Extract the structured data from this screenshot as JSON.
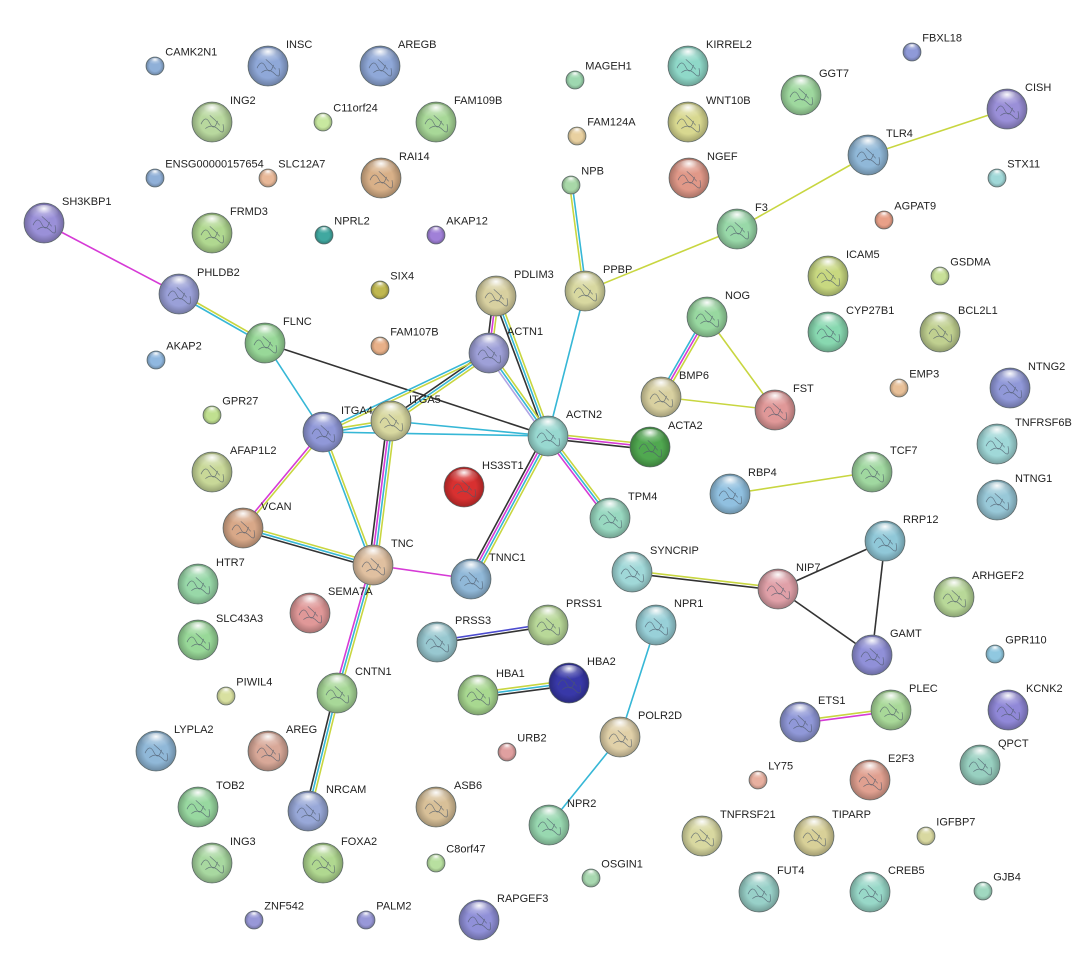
{
  "colors": {
    "text-mining": "#c8d640",
    "experiments": "#d63ad6",
    "databases": "#36b7d6",
    "coexpression": "#333333",
    "homology": "#4b4bcf",
    "cooccurrence": "#b0a4e4"
  },
  "nodes": [
    {
      "id": "CAMK2N1",
      "color": "#8fb0d8",
      "size": "small"
    },
    {
      "id": "INSC",
      "color": "#8fa8d8",
      "size": "large"
    },
    {
      "id": "AREGB",
      "color": "#8fa8d8",
      "size": "large"
    },
    {
      "id": "MAGEH1",
      "color": "#9ed8b0",
      "size": "small"
    },
    {
      "id": "KIRREL2",
      "color": "#8fd8c8",
      "size": "large"
    },
    {
      "id": "FBXL18",
      "color": "#8f9ad8",
      "size": "small"
    },
    {
      "id": "GGT7",
      "color": "#9ed89e",
      "size": "large"
    },
    {
      "id": "CISH",
      "color": "#9a8fd8",
      "size": "large"
    },
    {
      "id": "ING2",
      "color": "#b8d89e",
      "size": "large"
    },
    {
      "id": "C11orf24",
      "color": "#c8e8a0",
      "size": "small"
    },
    {
      "id": "FAM109B",
      "color": "#a8d898",
      "size": "large"
    },
    {
      "id": "FAM124A",
      "color": "#e8d0a0",
      "size": "small"
    },
    {
      "id": "WNT10B",
      "color": "#d8d890",
      "size": "large"
    },
    {
      "id": "TLR4",
      "color": "#90b8d8",
      "size": "large"
    },
    {
      "id": "STX11",
      "color": "#a0d8d8",
      "size": "small"
    },
    {
      "id": "ENSG00000157654",
      "color": "#90b0d8",
      "size": "small"
    },
    {
      "id": "SLC12A7",
      "color": "#e8b898",
      "size": "small"
    },
    {
      "id": "RAI14",
      "color": "#d8b088",
      "size": "large"
    },
    {
      "id": "NPB",
      "color": "#a8d8a8",
      "size": "small"
    },
    {
      "id": "NGEF",
      "color": "#e09888",
      "size": "large"
    },
    {
      "id": "SH3KBP1",
      "color": "#9a90d8",
      "size": "large"
    },
    {
      "id": "FRMD3",
      "color": "#b0d890",
      "size": "large"
    },
    {
      "id": "NPRL2",
      "color": "#40a8a0",
      "size": "small"
    },
    {
      "id": "AKAP12",
      "color": "#a080d8",
      "size": "small"
    },
    {
      "id": "F3",
      "color": "#98d8a8",
      "size": "large"
    },
    {
      "id": "AGPAT9",
      "color": "#e8a088",
      "size": "small"
    },
    {
      "id": "ICAM5",
      "color": "#c8d880",
      "size": "large"
    },
    {
      "id": "GSDMA",
      "color": "#c8e098",
      "size": "small"
    },
    {
      "id": "PHLDB2",
      "color": "#9aa0d8",
      "size": "large"
    },
    {
      "id": "SIX4",
      "color": "#c0b850",
      "size": "small"
    },
    {
      "id": "PDLIM3",
      "color": "#d8d0a0",
      "size": "large"
    },
    {
      "id": "PPBP",
      "color": "#d8d8a0",
      "size": "large"
    },
    {
      "id": "NOG",
      "color": "#98d8a0",
      "size": "large"
    },
    {
      "id": "CYP27B1",
      "color": "#88d8b0",
      "size": "large"
    },
    {
      "id": "BCL2L1",
      "color": "#c0d090",
      "size": "large"
    },
    {
      "id": "FLNC",
      "color": "#98d898",
      "size": "large"
    },
    {
      "id": "FAM107B",
      "color": "#e8b088",
      "size": "small"
    },
    {
      "id": "ACTN1",
      "color": "#9ea0d8",
      "size": "large"
    },
    {
      "id": "AKAP2",
      "color": "#90b8e0",
      "size": "small"
    },
    {
      "id": "BMP6",
      "color": "#d8d0a0",
      "size": "large"
    },
    {
      "id": "FST",
      "color": "#e09898",
      "size": "large"
    },
    {
      "id": "EMP3",
      "color": "#e8c098",
      "size": "small"
    },
    {
      "id": "NTNG2",
      "color": "#9098d8",
      "size": "large"
    },
    {
      "id": "GPR27",
      "color": "#c0e090",
      "size": "small"
    },
    {
      "id": "ITGA4",
      "color": "#9098d8",
      "size": "large"
    },
    {
      "id": "ITGA5",
      "color": "#d8d8a0",
      "size": "large"
    },
    {
      "id": "ACTN2",
      "color": "#98d8d0",
      "size": "large"
    },
    {
      "id": "ACTA2",
      "color": "#50a850",
      "size": "large"
    },
    {
      "id": "TNFRSF6B",
      "color": "#a0d8d8",
      "size": "large"
    },
    {
      "id": "AFAP1L2",
      "color": "#c8d898",
      "size": "large"
    },
    {
      "id": "HS3ST1",
      "color": "#d83030",
      "size": "large"
    },
    {
      "id": "TCF7",
      "color": "#a0d8a0",
      "size": "large"
    },
    {
      "id": "RBP4",
      "color": "#90c0e0",
      "size": "large"
    },
    {
      "id": "TPM4",
      "color": "#98d8c0",
      "size": "large"
    },
    {
      "id": "NTNG1",
      "color": "#98c8d8",
      "size": "large"
    },
    {
      "id": "VCAN",
      "color": "#d8a888",
      "size": "large"
    },
    {
      "id": "RRP12",
      "color": "#90c8d8",
      "size": "large"
    },
    {
      "id": "TNC",
      "color": "#e0c0a0",
      "size": "large"
    },
    {
      "id": "TNNC1",
      "color": "#90b8d8",
      "size": "large"
    },
    {
      "id": "SYNCRIP",
      "color": "#a0d8d8",
      "size": "large"
    },
    {
      "id": "NIP7",
      "color": "#e0a0a8",
      "size": "large"
    },
    {
      "id": "ARHGEF2",
      "color": "#b8d898",
      "size": "large"
    },
    {
      "id": "HTR7",
      "color": "#98d8a8",
      "size": "large"
    },
    {
      "id": "SEMA7A",
      "color": "#e09898",
      "size": "large"
    },
    {
      "id": "PRSS1",
      "color": "#b8d898",
      "size": "large"
    },
    {
      "id": "SLC43A3",
      "color": "#98d898",
      "size": "large"
    },
    {
      "id": "PRSS3",
      "color": "#98c8d0",
      "size": "large"
    },
    {
      "id": "NPR1",
      "color": "#98d0d8",
      "size": "large"
    },
    {
      "id": "GAMT",
      "color": "#9090d8",
      "size": "large"
    },
    {
      "id": "GPR110",
      "color": "#90c8e0",
      "size": "small"
    },
    {
      "id": "HBA2",
      "color": "#3838a8",
      "size": "large"
    },
    {
      "id": "PIWIL4",
      "color": "#d8e0a0",
      "size": "small"
    },
    {
      "id": "CNTN1",
      "color": "#a8d898",
      "size": "large"
    },
    {
      "id": "HBA1",
      "color": "#a8d890",
      "size": "large"
    },
    {
      "id": "PLEC",
      "color": "#a8d898",
      "size": "large"
    },
    {
      "id": "KCNK2",
      "color": "#9088d8",
      "size": "large"
    },
    {
      "id": "LYPLA2",
      "color": "#90b8d8",
      "size": "large"
    },
    {
      "id": "AREG",
      "color": "#d8a898",
      "size": "large"
    },
    {
      "id": "POLR2D",
      "color": "#e0d0a8",
      "size": "large"
    },
    {
      "id": "ETS1",
      "color": "#9098d8",
      "size": "large"
    },
    {
      "id": "QPCT",
      "color": "#98d0c0",
      "size": "large"
    },
    {
      "id": "URB2",
      "color": "#e0a0a0",
      "size": "small"
    },
    {
      "id": "E2F3",
      "color": "#e0a090",
      "size": "large"
    },
    {
      "id": "LY75",
      "color": "#e8b0a0",
      "size": "small"
    },
    {
      "id": "TOB2",
      "color": "#98d8a0",
      "size": "large"
    },
    {
      "id": "NRCAM",
      "color": "#98a8d8",
      "size": "large"
    },
    {
      "id": "ASB6",
      "color": "#d8c098",
      "size": "large"
    },
    {
      "id": "NPR2",
      "color": "#98d8b0",
      "size": "large"
    },
    {
      "id": "TNFRSF21",
      "color": "#d8d8a0",
      "size": "large"
    },
    {
      "id": "TIPARP",
      "color": "#d8d098",
      "size": "large"
    },
    {
      "id": "IGFBP7",
      "color": "#d8d8a0",
      "size": "small"
    },
    {
      "id": "ING3",
      "color": "#a8d8a0",
      "size": "large"
    },
    {
      "id": "FOXA2",
      "color": "#b0d890",
      "size": "large"
    },
    {
      "id": "C8orf47",
      "color": "#b8e0a0",
      "size": "small"
    },
    {
      "id": "OSGIN1",
      "color": "#a8d8b0",
      "size": "small"
    },
    {
      "id": "FUT4",
      "color": "#98d0c8",
      "size": "large"
    },
    {
      "id": "CREB5",
      "color": "#98d8c8",
      "size": "large"
    },
    {
      "id": "GJB4",
      "color": "#a0d8c0",
      "size": "small"
    },
    {
      "id": "ZNF542",
      "color": "#9898d8",
      "size": "small"
    },
    {
      "id": "PALM2",
      "color": "#9898d8",
      "size": "small"
    },
    {
      "id": "RAPGEF3",
      "color": "#9090d8",
      "size": "large"
    }
  ],
  "edges": [
    {
      "source": "SH3KBP1",
      "target": "PHLDB2",
      "evidence": [
        "experiments"
      ]
    },
    {
      "source": "PHLDB2",
      "target": "FLNC",
      "evidence": [
        "text-mining",
        "databases"
      ]
    },
    {
      "source": "FLNC",
      "target": "ITGA4",
      "evidence": [
        "databases"
      ]
    },
    {
      "source": "FLNC",
      "target": "ACTN2",
      "evidence": [
        "coexpression"
      ]
    },
    {
      "source": "PPBP",
      "target": "NPB",
      "evidence": [
        "text-mining",
        "databases"
      ]
    },
    {
      "source": "PPBP",
      "target": "F3",
      "evidence": [
        "text-mining"
      ]
    },
    {
      "source": "F3",
      "target": "TLR4",
      "evidence": [
        "text-mining"
      ]
    },
    {
      "source": "TLR4",
      "target": "CISH",
      "evidence": [
        "text-mining"
      ]
    },
    {
      "source": "PPBP",
      "target": "ACTN2",
      "evidence": [
        "databases"
      ]
    },
    {
      "source": "PDLIM3",
      "target": "ACTN1",
      "evidence": [
        "text-mining",
        "experiments",
        "coexpression"
      ]
    },
    {
      "source": "PDLIM3",
      "target": "ACTN2",
      "evidence": [
        "text-mining",
        "databases",
        "coexpression"
      ]
    },
    {
      "source": "ACTN1",
      "target": "ITGA5",
      "evidence": [
        "text-mining",
        "databases",
        "coexpression"
      ]
    },
    {
      "source": "ACTN1",
      "target": "ITGA4",
      "evidence": [
        "text-mining",
        "databases"
      ]
    },
    {
      "source": "ACTN1",
      "target": "ACTN2",
      "evidence": [
        "text-mining",
        "databases",
        "cooccurrence"
      ]
    },
    {
      "source": "ITGA4",
      "target": "ITGA5",
      "evidence": [
        "text-mining",
        "databases"
      ]
    },
    {
      "source": "ITGA4",
      "target": "ACTN2",
      "evidence": [
        "databases"
      ]
    },
    {
      "source": "ITGA5",
      "target": "ACTN2",
      "evidence": [
        "databases"
      ]
    },
    {
      "source": "ITGA4",
      "target": "VCAN",
      "evidence": [
        "text-mining",
        "experiments"
      ]
    },
    {
      "source": "ITGA4",
      "target": "TNC",
      "evidence": [
        "text-mining",
        "databases"
      ]
    },
    {
      "source": "ITGA5",
      "target": "TNC",
      "evidence": [
        "text-mining",
        "databases",
        "experiments",
        "coexpression"
      ]
    },
    {
      "source": "VCAN",
      "target": "TNC",
      "evidence": [
        "text-mining",
        "databases",
        "coexpression"
      ]
    },
    {
      "source": "TNC",
      "target": "TNNC1",
      "evidence": [
        "experiments"
      ]
    },
    {
      "source": "TNC",
      "target": "CNTN1",
      "evidence": [
        "text-mining",
        "databases",
        "experiments"
      ]
    },
    {
      "source": "CNTN1",
      "target": "NRCAM",
      "evidence": [
        "text-mining",
        "databases",
        "coexpression"
      ]
    },
    {
      "source": "ACTN2",
      "target": "TNNC1",
      "evidence": [
        "text-mining",
        "databases",
        "experiments",
        "coexpression"
      ]
    },
    {
      "source": "ACTN2",
      "target": "ACTA2",
      "evidence": [
        "text-mining",
        "experiments",
        "coexpression"
      ]
    },
    {
      "source": "ACTN2",
      "target": "TPM4",
      "evidence": [
        "text-mining",
        "databases",
        "experiments"
      ]
    },
    {
      "source": "NOG",
      "target": "BMP6",
      "evidence": [
        "text-mining",
        "experiments",
        "databases"
      ]
    },
    {
      "source": "NOG",
      "target": "FST",
      "evidence": [
        "text-mining"
      ]
    },
    {
      "source": "BMP6",
      "target": "FST",
      "evidence": [
        "text-mining"
      ]
    },
    {
      "source": "RBP4",
      "target": "TCF7",
      "evidence": [
        "text-mining"
      ]
    },
    {
      "source": "SYNCRIP",
      "target": "NIP7",
      "evidence": [
        "text-mining",
        "coexpression"
      ]
    },
    {
      "source": "NIP7",
      "target": "RRP12",
      "evidence": [
        "coexpression"
      ]
    },
    {
      "source": "NIP7",
      "target": "GAMT",
      "evidence": [
        "coexpression"
      ]
    },
    {
      "source": "RRP12",
      "target": "GAMT",
      "evidence": [
        "coexpression"
      ]
    },
    {
      "source": "PRSS3",
      "target": "PRSS1",
      "evidence": [
        "homology",
        "coexpression"
      ]
    },
    {
      "source": "HBA1",
      "target": "HBA2",
      "evidence": [
        "text-mining",
        "databases",
        "coexpression"
      ]
    },
    {
      "source": "NPR1",
      "target": "POLR2D",
      "evidence": [
        "databases"
      ]
    },
    {
      "source": "POLR2D",
      "target": "NPR2",
      "evidence": [
        "databases"
      ]
    },
    {
      "source": "ETS1",
      "target": "PLEC",
      "evidence": [
        "text-mining",
        "experiments"
      ]
    }
  ]
}
